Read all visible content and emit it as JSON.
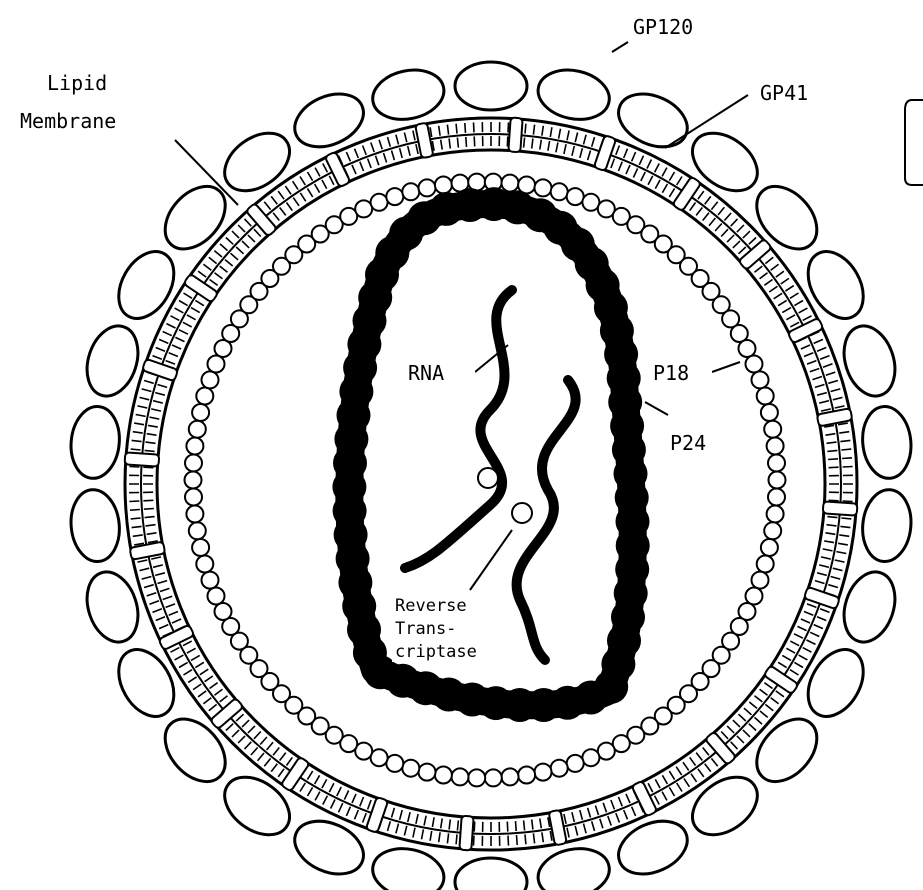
{
  "labels": {
    "gp120": "GP120",
    "gp41": "GP41",
    "lipid": "Lipid",
    "membrane": "Membrane",
    "rna": "RNA",
    "p18": "P18",
    "p24": "P24",
    "rt_1": "Reverse",
    "rt_2": "Trans-",
    "rt_3": "criptase"
  },
  "colors": {
    "ink": "#000000",
    "paper": "#ffffff"
  }
}
